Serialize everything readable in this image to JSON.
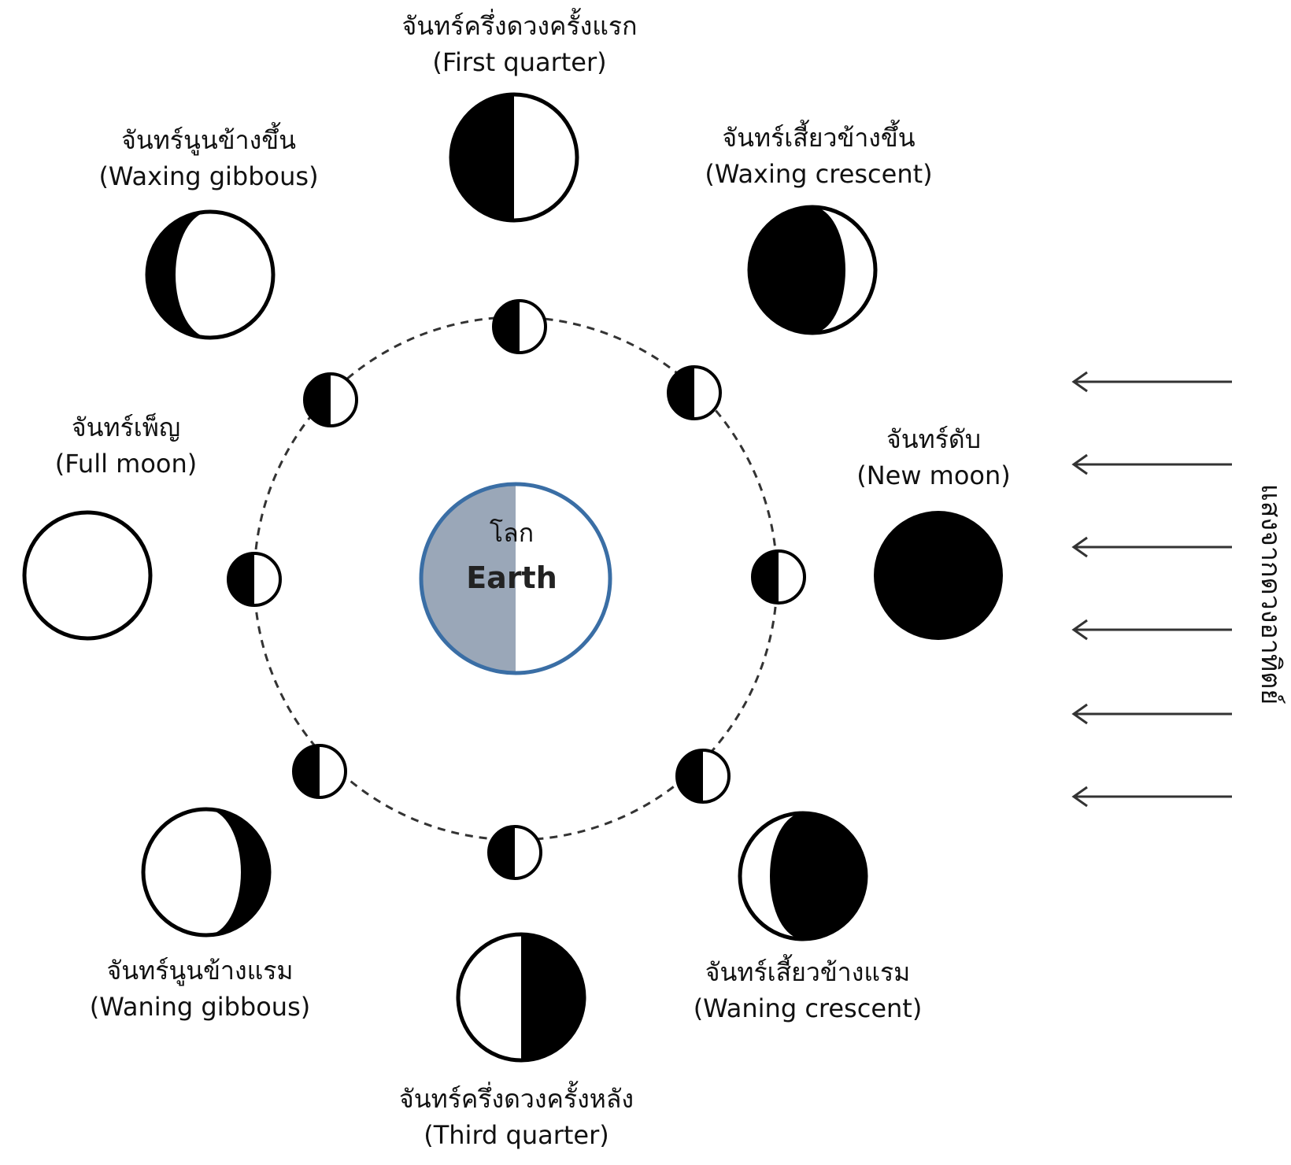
{
  "earth": {
    "label_th": "โลก",
    "label_en": "Earth",
    "shade_color": "#9aa7b8",
    "ring_color": "#3a6ea5"
  },
  "sunlight": {
    "label": "แสงจากดวงอาทิตย์"
  },
  "phases": [
    {
      "id": "new-moon",
      "th": "จันทร์ดับ",
      "en": "(New moon)"
    },
    {
      "id": "waxing-crescent",
      "th": "จันทร์เสี้ยวข้างขึ้น",
      "en": "(Waxing crescent)"
    },
    {
      "id": "first-quarter",
      "th": "จันทร์ครึ่งดวงครั้งแรก",
      "en": "(First quarter)"
    },
    {
      "id": "waxing-gibbous",
      "th": "จันทร์นูนข้างขึ้น",
      "en": "(Waxing gibbous)"
    },
    {
      "id": "full-moon",
      "th": "จันทร์เพ็ญ",
      "en": "(Full moon)"
    },
    {
      "id": "waning-gibbous",
      "th": "จันทร์นูนข้างแรม",
      "en": "(Waning gibbous)"
    },
    {
      "id": "third-quarter",
      "th": "จันทร์ครึ่งดวงครั้งหลัง",
      "en": "(Third quarter)"
    },
    {
      "id": "waning-crescent",
      "th": "จันทร์เสี้ยวข้างแรม",
      "en": "(Waning crescent)"
    }
  ]
}
